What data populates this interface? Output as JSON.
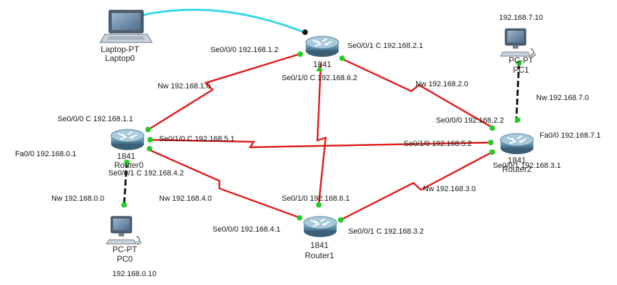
{
  "colors": {
    "serial_link": "#e01b1b",
    "copper_link": "#111111",
    "console_link": "#34d6e8",
    "port_up": "#22cc22",
    "router_body": "#5f8fa8"
  },
  "devices": {
    "laptop0": {
      "type_label": "Laptop-PT",
      "name_label": "Laptop0"
    },
    "pc0": {
      "type_label": "PC-PT",
      "name_label": "PC0",
      "ip_label": "192.168.0.10"
    },
    "pc1": {
      "type_label": "PC-PT",
      "name_label": "PC1",
      "ip_label": "192.168.7.10"
    },
    "router_top": {
      "model_label": "1841"
    },
    "router0": {
      "model_label": "1841",
      "name_label": "Router0"
    },
    "router1": {
      "model_label": "1841",
      "name_label": "Router1"
    },
    "router2": {
      "model_label": "1841",
      "name_label": "Router2"
    }
  },
  "interface_labels": {
    "top_se000": "Se0/0/0 192.168.1.2",
    "top_se001": "Se0/0/1 C 192.168.2.1",
    "top_se010": "Se0/1/0 C 192.168.6.2",
    "r0_se000": "Se0/0/0 C 192.168.1.1",
    "r0_se010": "Se0/1/0 C 192.168.5.1",
    "r0_fa00": "Fa0/0 192.168.0.1",
    "r0_se001": "Se0/0/1 C 192.168.4.2",
    "r2_se000": "Se0/0/0 192.168.2.2",
    "r2_se010": "Se0/1/0 192.168.5.2",
    "r2_fa00": "Fa0/0 192.168.7.1",
    "r2_se001": "Se0/0/1 192.168.3.1",
    "r1_se010": "Se0/1/0 192.168.6.1",
    "r1_se000": "Se0/0/0 192.168.4.1",
    "r1_se001": "Se0/0/1 C 192.168.3.2"
  },
  "network_labels": {
    "nw1": "Nw 192.168.1.0",
    "nw2": "Nw 192.168.2.0",
    "nw7": "Nw 192.168.7.0",
    "nw0": "Nw 192.168.0.0",
    "nw4": "Nw 192.168.4.0",
    "nw3": "Nw 192.168.3.0"
  }
}
